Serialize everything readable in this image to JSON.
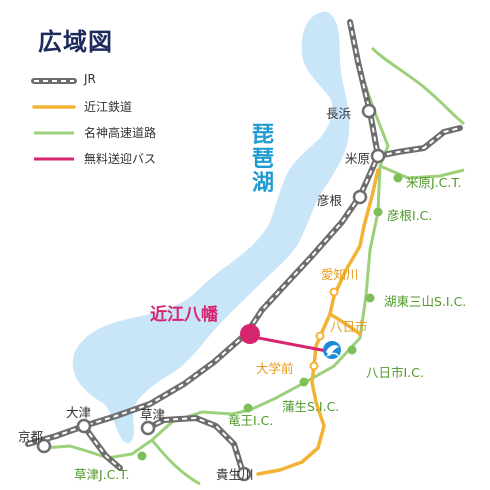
{
  "title": "広域図",
  "legend": {
    "jr": "JR",
    "ohmi": "近江鉄道",
    "meishin": "名神高速道路",
    "bus": "無料送迎バス"
  },
  "lake": {
    "line1": "琵",
    "line2": "琶",
    "line3": "湖"
  },
  "destination": "近江八幡",
  "stations": {
    "nagahama": "長浜",
    "maibara": "米原",
    "hikone": "彦根",
    "kusatsu": "草津",
    "otsu": "大津",
    "kyoto": "京都",
    "kibukawa": "貴生川"
  },
  "ohmi_stations": {
    "aichigawa": "愛知川",
    "yokaichi": "八日市",
    "daigakumae": "大学前"
  },
  "interchanges": {
    "maibara_jct": "米原J.C.T.",
    "hikone_ic": "彦根I.C.",
    "kotosanzan": "湖東三山S.I.C.",
    "yokaichi_ic": "八日市I.C.",
    "gamo": "蒲生S.I.C.",
    "ryuo": "竜王I.C.",
    "kusatsu_jct": "草津J.C.T."
  },
  "colors": {
    "jr": "#555555",
    "ohmi": "#f2b233",
    "meishin": "#9cd07a",
    "bus": "#d6246e",
    "lake": "#c9e6f8",
    "title": "#1d2a5c"
  }
}
